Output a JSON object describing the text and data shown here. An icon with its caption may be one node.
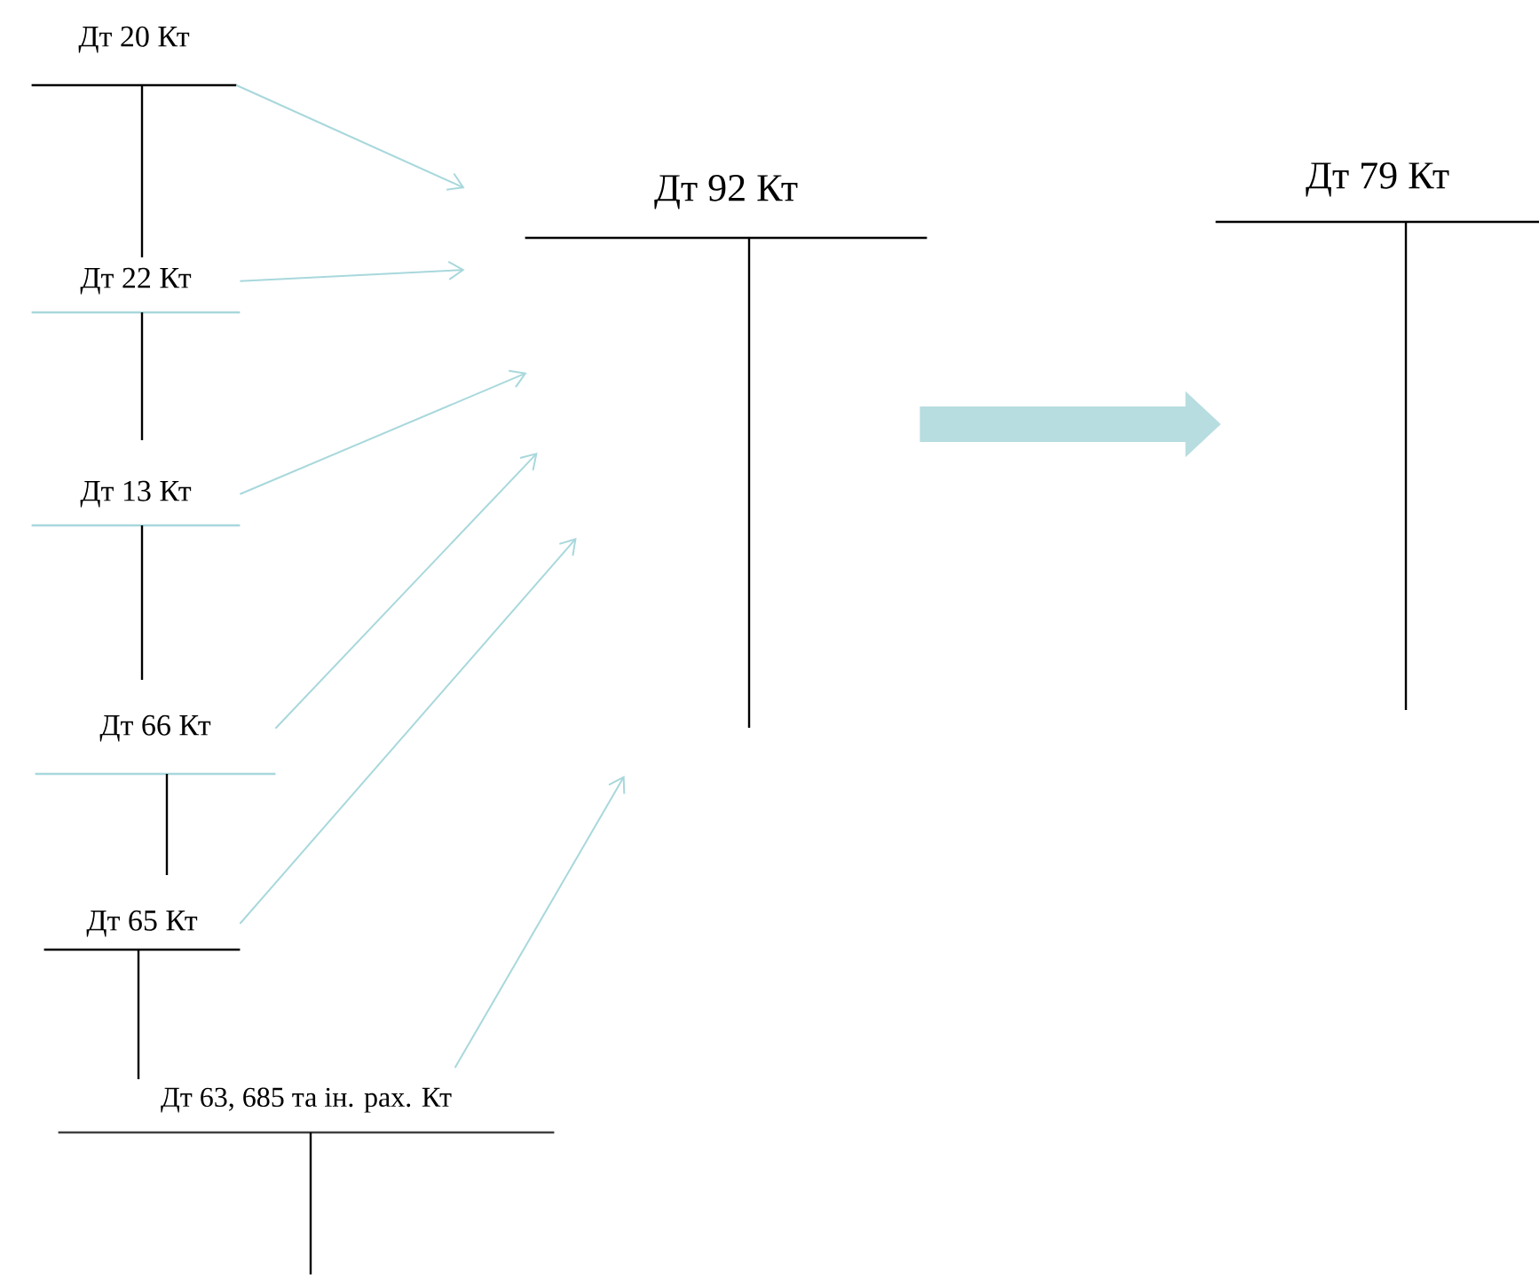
{
  "diagram": {
    "nodes": [
      {
        "text": [
          "Дт 20 Кт"
        ]
      },
      {
        "text": [
          "Дт 22 Кт"
        ]
      },
      {
        "text": [
          "Дт 13 Кт"
        ]
      },
      {
        "text": [
          "Дт 66 Кт"
        ]
      },
      {
        "text": [
          "Дт 65 Кт"
        ]
      },
      {
        "text": [
          "Дт 63, 685 та ін. рах. Кт"
        ]
      },
      {
        "text": [
          "Дт 92 Кт"
        ]
      },
      {
        "text": [
          "Дт 79 Кт"
        ]
      }
    ],
    "edges": [
      {
        "from": 0,
        "to": 6,
        "arrow": "to"
      },
      {
        "from": 1,
        "to": 6,
        "arrow": "to"
      },
      {
        "from": 2,
        "to": 6,
        "arrow": "to"
      },
      {
        "from": 3,
        "to": 6,
        "arrow": "to"
      },
      {
        "from": 4,
        "to": 6,
        "arrow": "to"
      },
      {
        "from": 5,
        "to": 6,
        "arrow": "to"
      },
      {
        "from": 6,
        "to": 7,
        "arrow": "to",
        "style": "thick"
      }
    ]
  }
}
